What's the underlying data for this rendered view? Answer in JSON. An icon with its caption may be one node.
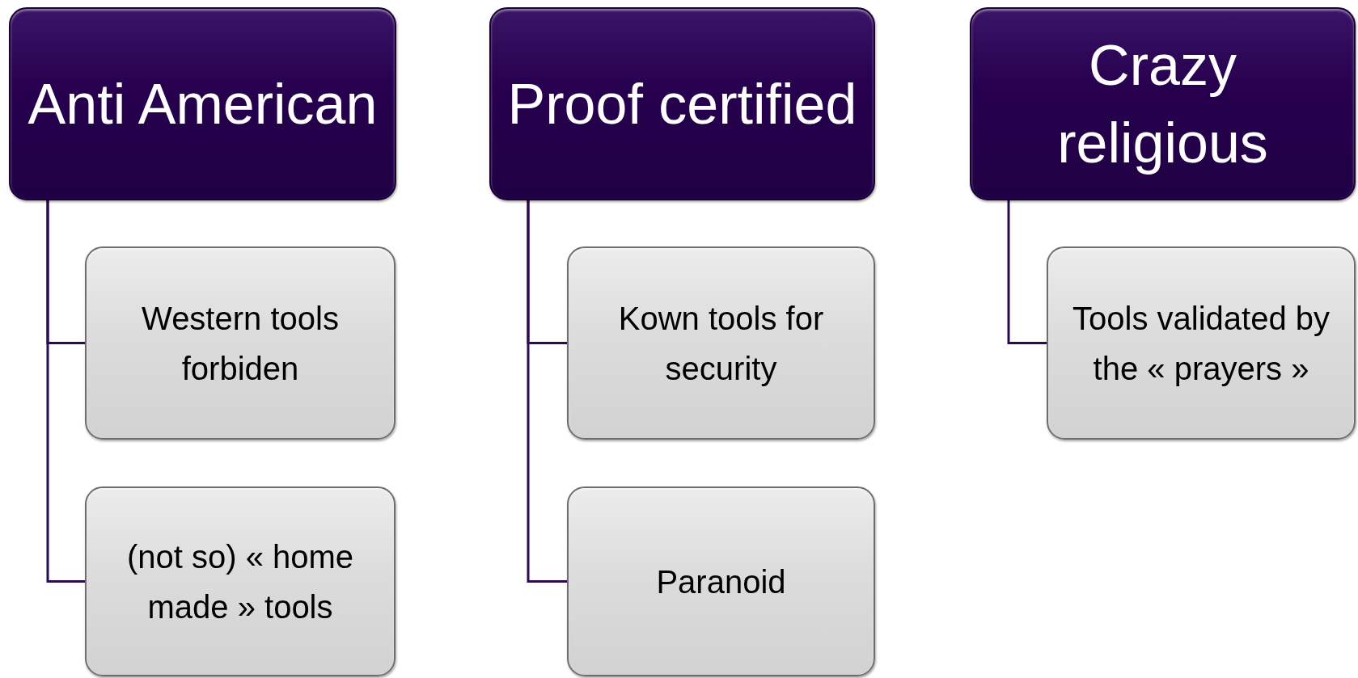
{
  "diagram": {
    "nodes": [
      {
        "text": [
          "Anti American"
        ]
      },
      {
        "text": [
          "Western tools forbiden"
        ]
      },
      {
        "text": [
          "(not so) « home made » tools"
        ]
      },
      {
        "text": [
          "Proof certified"
        ]
      },
      {
        "text": [
          "Kown tools for security"
        ]
      },
      {
        "text": [
          "Paranoid"
        ]
      },
      {
        "text": [
          "Crazy religious"
        ]
      },
      {
        "text": [
          "Tools validated by the « prayers »"
        ]
      }
    ],
    "edges": [
      {
        "from": 0,
        "to": 1,
        "arrow": "none"
      },
      {
        "from": 0,
        "to": 2,
        "arrow": "none"
      },
      {
        "from": 3,
        "to": 4,
        "arrow": "none"
      },
      {
        "from": 3,
        "to": 5,
        "arrow": "none"
      },
      {
        "from": 6,
        "to": 7,
        "arrow": "none"
      }
    ]
  }
}
